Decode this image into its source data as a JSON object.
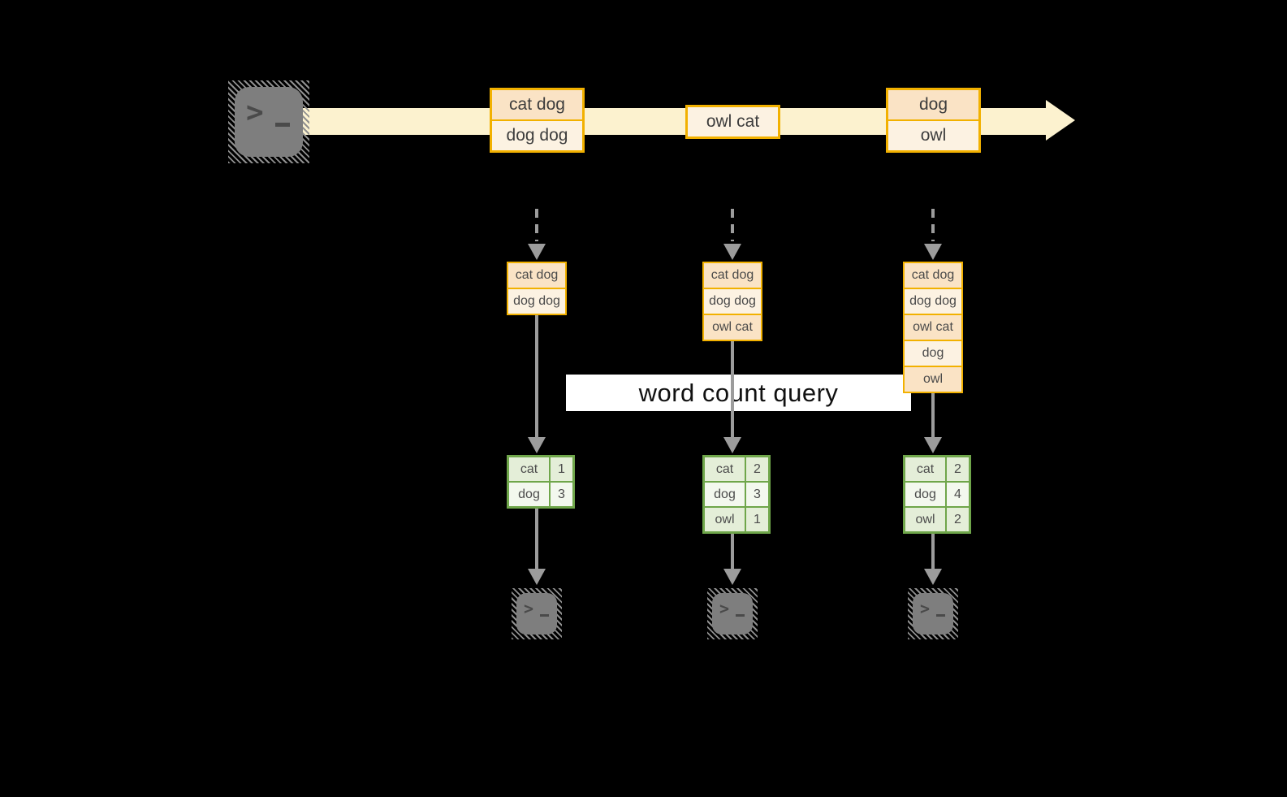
{
  "banner": {
    "label": "word count query"
  },
  "terminal": {
    "prompt_char": ">"
  },
  "stream": {
    "batches": [
      {
        "items": [
          "cat dog",
          "dog dog"
        ]
      },
      {
        "items": [
          "owl cat"
        ]
      },
      {
        "items": [
          "dog",
          "owl"
        ]
      }
    ]
  },
  "columns": [
    {
      "stack": [
        "cat dog",
        "dog dog"
      ],
      "table": [
        [
          "cat",
          "1"
        ],
        [
          "dog",
          "3"
        ]
      ]
    },
    {
      "stack": [
        "cat dog",
        "dog dog",
        "owl cat"
      ],
      "table": [
        [
          "cat",
          "2"
        ],
        [
          "dog",
          "3"
        ],
        [
          "owl",
          "1"
        ]
      ]
    },
    {
      "stack": [
        "cat dog",
        "dog dog",
        "owl cat",
        "dog",
        "owl"
      ],
      "table": [
        [
          "cat",
          "2"
        ],
        [
          "dog",
          "4"
        ],
        [
          "owl",
          "2"
        ]
      ]
    }
  ],
  "colors": {
    "background": "#000000",
    "stream_band": "#FCF2CF",
    "box_border": "#F2B100",
    "box_fill_peach": "#FAE3C5",
    "box_fill_cream": "#FCF2E2",
    "table_border": "#6FA64A",
    "table_fill_green": "#E4EED8",
    "table_fill_light": "#F3F8EE",
    "arrow_gray": "#9C9C9C",
    "terminal_gray": "#7E7E7E",
    "banner_bg": "#FFFFFF"
  }
}
